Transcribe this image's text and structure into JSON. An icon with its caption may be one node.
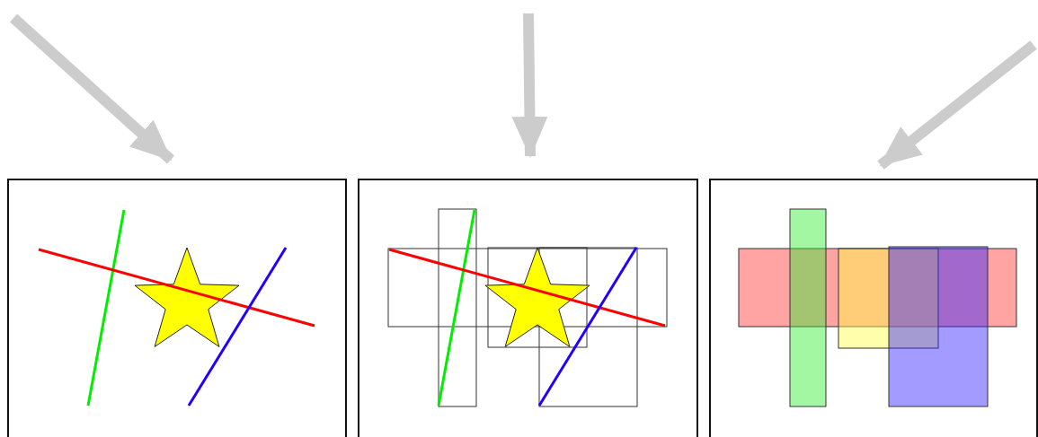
{
  "diagram": {
    "nodes": [
      {
        "text": [],
        "shape": "picture"
      },
      {
        "text": [],
        "shape": "picture"
      },
      {
        "text": [],
        "shape": "picture"
      }
    ],
    "edges": [
      {
        "from": null,
        "to": 0,
        "arrow": "to"
      },
      {
        "from": null,
        "to": 1,
        "arrow": "to"
      },
      {
        "from": null,
        "to": 2,
        "arrow": "to"
      }
    ]
  }
}
